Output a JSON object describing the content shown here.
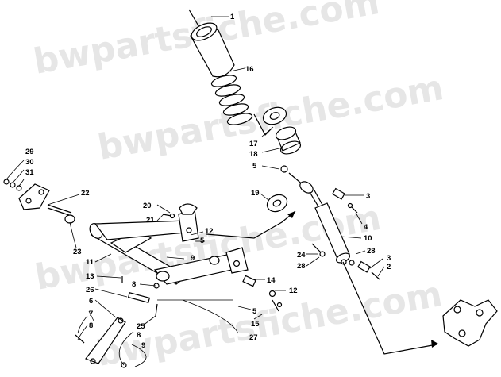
{
  "watermark": "bwpartsfiche.com",
  "callouts": [
    {
      "id": "c1",
      "text": "1"
    },
    {
      "id": "c16",
      "text": "16"
    },
    {
      "id": "c17",
      "text": "17"
    },
    {
      "id": "c18",
      "text": "18"
    },
    {
      "id": "c5a",
      "text": "5"
    },
    {
      "id": "c3a",
      "text": "3"
    },
    {
      "id": "c19",
      "text": "19"
    },
    {
      "id": "c4",
      "text": "4"
    },
    {
      "id": "c10",
      "text": "10"
    },
    {
      "id": "c28a",
      "text": "28"
    },
    {
      "id": "c3b",
      "text": "3"
    },
    {
      "id": "c2",
      "text": "2"
    },
    {
      "id": "c24",
      "text": "24"
    },
    {
      "id": "c28b",
      "text": "28"
    },
    {
      "id": "c29",
      "text": "29"
    },
    {
      "id": "c30",
      "text": "30"
    },
    {
      "id": "c31",
      "text": "31"
    },
    {
      "id": "c22",
      "text": "22"
    },
    {
      "id": "c20",
      "text": "20"
    },
    {
      "id": "c21",
      "text": "21"
    },
    {
      "id": "c12a",
      "text": "12"
    },
    {
      "id": "c5b",
      "text": "5"
    },
    {
      "id": "c9a",
      "text": "9"
    },
    {
      "id": "c23",
      "text": "23"
    },
    {
      "id": "c11",
      "text": "11"
    },
    {
      "id": "c13",
      "text": "13"
    },
    {
      "id": "c8a",
      "text": "8"
    },
    {
      "id": "c14",
      "text": "14"
    },
    {
      "id": "c12b",
      "text": "12"
    },
    {
      "id": "c26",
      "text": "26"
    },
    {
      "id": "c6",
      "text": "6"
    },
    {
      "id": "c5c",
      "text": "5"
    },
    {
      "id": "c15",
      "text": "15"
    },
    {
      "id": "c7",
      "text": "7"
    },
    {
      "id": "c8b",
      "text": "8"
    },
    {
      "id": "c25",
      "text": "25"
    },
    {
      "id": "c27",
      "text": "27"
    },
    {
      "id": "c8c",
      "text": "8"
    },
    {
      "id": "c9b",
      "text": "9"
    }
  ]
}
